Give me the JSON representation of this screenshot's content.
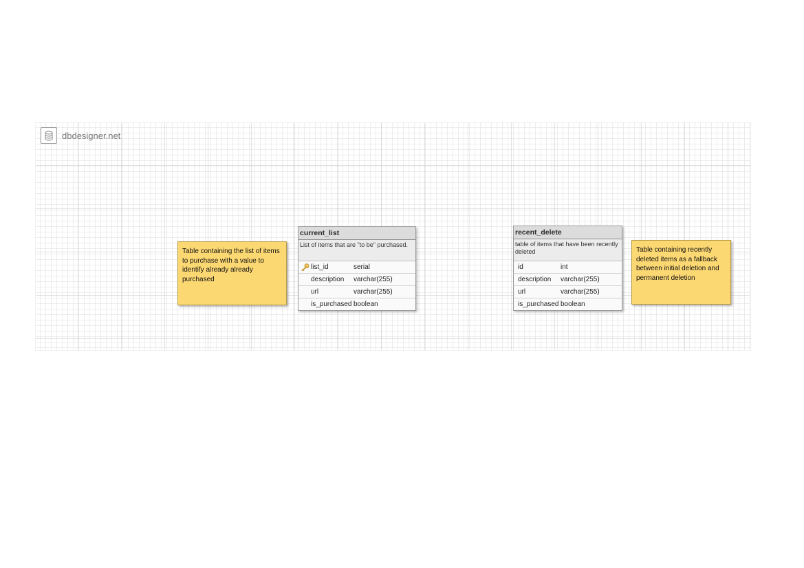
{
  "brand": {
    "text": "dbdesigner.net"
  },
  "notes": [
    {
      "text": "Table containing the list of items to purchase with a value to identify already already purchased"
    },
    {
      "text": "Table containing recently deleted items as a fallback between initial deletion and permanent deletion"
    }
  ],
  "tables": [
    {
      "name": "current_list",
      "description": "List of items that are \"to be\" purchased.",
      "columns": [
        {
          "name": "list_id",
          "type": "serial",
          "primary_key": true
        },
        {
          "name": "description",
          "type": "varchar(255)",
          "primary_key": false
        },
        {
          "name": "url",
          "type": "varchar(255)",
          "primary_key": false
        },
        {
          "name": "is_purchased",
          "type": "boolean",
          "primary_key": false
        }
      ]
    },
    {
      "name": "recent_delete",
      "description": "table of items that have been recently deleted",
      "columns": [
        {
          "name": "id",
          "type": "int",
          "primary_key": false
        },
        {
          "name": "description",
          "type": "varchar(255)",
          "primary_key": false
        },
        {
          "name": "url",
          "type": "varchar(255)",
          "primary_key": false
        },
        {
          "name": "is_purchased",
          "type": "boolean",
          "primary_key": false
        }
      ]
    }
  ],
  "colors": {
    "note_fill": "#fcd873",
    "table_header": "#dcdcdc",
    "key_icon": "#e8b84a"
  }
}
